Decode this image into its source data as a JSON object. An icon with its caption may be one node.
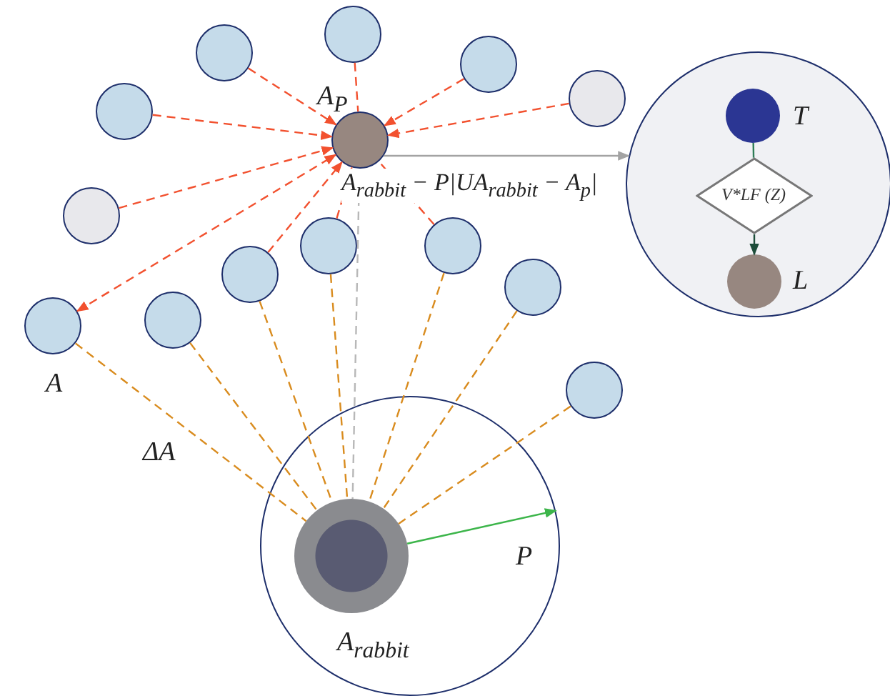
{
  "diagram": {
    "nodes": [
      {
        "text": [],
        "shape": "circle"
      },
      {
        "text": [],
        "shape": "circle"
      },
      {
        "text": [],
        "shape": "circle"
      },
      {
        "text": [],
        "shape": "circle"
      },
      {
        "text": [],
        "shape": "circle"
      },
      {
        "text": [],
        "shape": "circle",
        "beside": [
          "A$_{P}$"
        ]
      },
      {
        "text": [],
        "shape": "circle"
      },
      {
        "text": [],
        "shape": "circle",
        "in": 6,
        "beside": [
          "T"
        ]
      },
      {
        "text": [
          "V*LF (Z)"
        ],
        "in": 6
      },
      {
        "text": [],
        "shape": "circle",
        "in": 6,
        "beside": [
          "L"
        ]
      },
      {
        "text": [],
        "shape": "circle"
      },
      {
        "text": [],
        "shape": "circle"
      },
      {
        "text": [],
        "shape": "circle"
      },
      {
        "text": [],
        "shape": "circle"
      },
      {
        "text": [],
        "shape": "circle"
      },
      {
        "text": [],
        "shape": "circle"
      },
      {
        "text": [],
        "shape": "circle",
        "beside": [
          "A"
        ]
      },
      {
        "text": [],
        "shape": "circle"
      },
      {
        "text": [],
        "shape": "circle"
      },
      {
        "text": [],
        "shape": "circle",
        "in": 18,
        "beside": [
          "A$_{rabbit}$"
        ]
      }
    ],
    "edges": [
      {
        "from": 0,
        "to": 5,
        "arrow": "none",
        "style": "dashed"
      },
      {
        "from": 1,
        "to": 5,
        "arrow": "to",
        "style": "dashed"
      },
      {
        "from": 2,
        "to": 5,
        "arrow": "to",
        "style": "dashed"
      },
      {
        "from": 3,
        "to": 5,
        "arrow": "to",
        "style": "dashed"
      },
      {
        "from": 4,
        "to": 5,
        "arrow": "to",
        "style": "dashed"
      },
      {
        "from": 10,
        "to": 5,
        "arrow": "to",
        "style": "dashed"
      },
      {
        "from": 11,
        "to": 5,
        "arrow": "to",
        "style": "dashed"
      },
      {
        "from": 12,
        "to": 5,
        "arrow": "none",
        "style": "dashed"
      },
      {
        "from": 13,
        "to": 5,
        "arrow": "to",
        "style": "dashed"
      },
      {
        "from": 16,
        "to": 5,
        "arrow": "both",
        "style": "dashed"
      },
      {
        "from": 5,
        "to": 6,
        "arrow": "to",
        "color": "#a3a3a3",
        "label": "A$_{rabbit}$ − P|UA$_{rabbit}$ − A$_{p}$|"
      },
      {
        "from": 5,
        "to": 19,
        "arrow": "none",
        "style": "dashed",
        "color": "#b8b8b8"
      },
      {
        "from": 16,
        "to": 19,
        "arrow": "none",
        "style": "dashed",
        "color": "#d98c1f"
      },
      {
        "from": 15,
        "to": 19,
        "arrow": "none",
        "style": "dashed",
        "color": "#d98c1f"
      },
      {
        "from": 13,
        "to": 19,
        "arrow": "none",
        "style": "dashed",
        "color": "#d98c1f"
      },
      {
        "from": 11,
        "to": 19,
        "arrow": "none",
        "style": "dashed",
        "color": "#d98c1f"
      },
      {
        "from": 12,
        "to": 19,
        "arrow": "none",
        "style": "dashed",
        "color": "#d98c1f"
      },
      {
        "from": 14,
        "to": 19,
        "arrow": "none",
        "style": "dashed",
        "color": "#d98c1f"
      },
      {
        "from": 17,
        "to": 19,
        "arrow": "none",
        "style": "dashed",
        "color": "#d98c1f"
      },
      {
        "from": 7,
        "to": 8,
        "arrow": "none",
        "color": "#2e7d57"
      },
      {
        "from": 8,
        "to": 9,
        "arrow": "to",
        "color": "#1d4d3a"
      },
      {
        "from": 19,
        "to": 18,
        "arrow": "to",
        "color": "#3cb54a"
      }
    ],
    "labels": [
      "ΔA",
      "P"
    ]
  }
}
